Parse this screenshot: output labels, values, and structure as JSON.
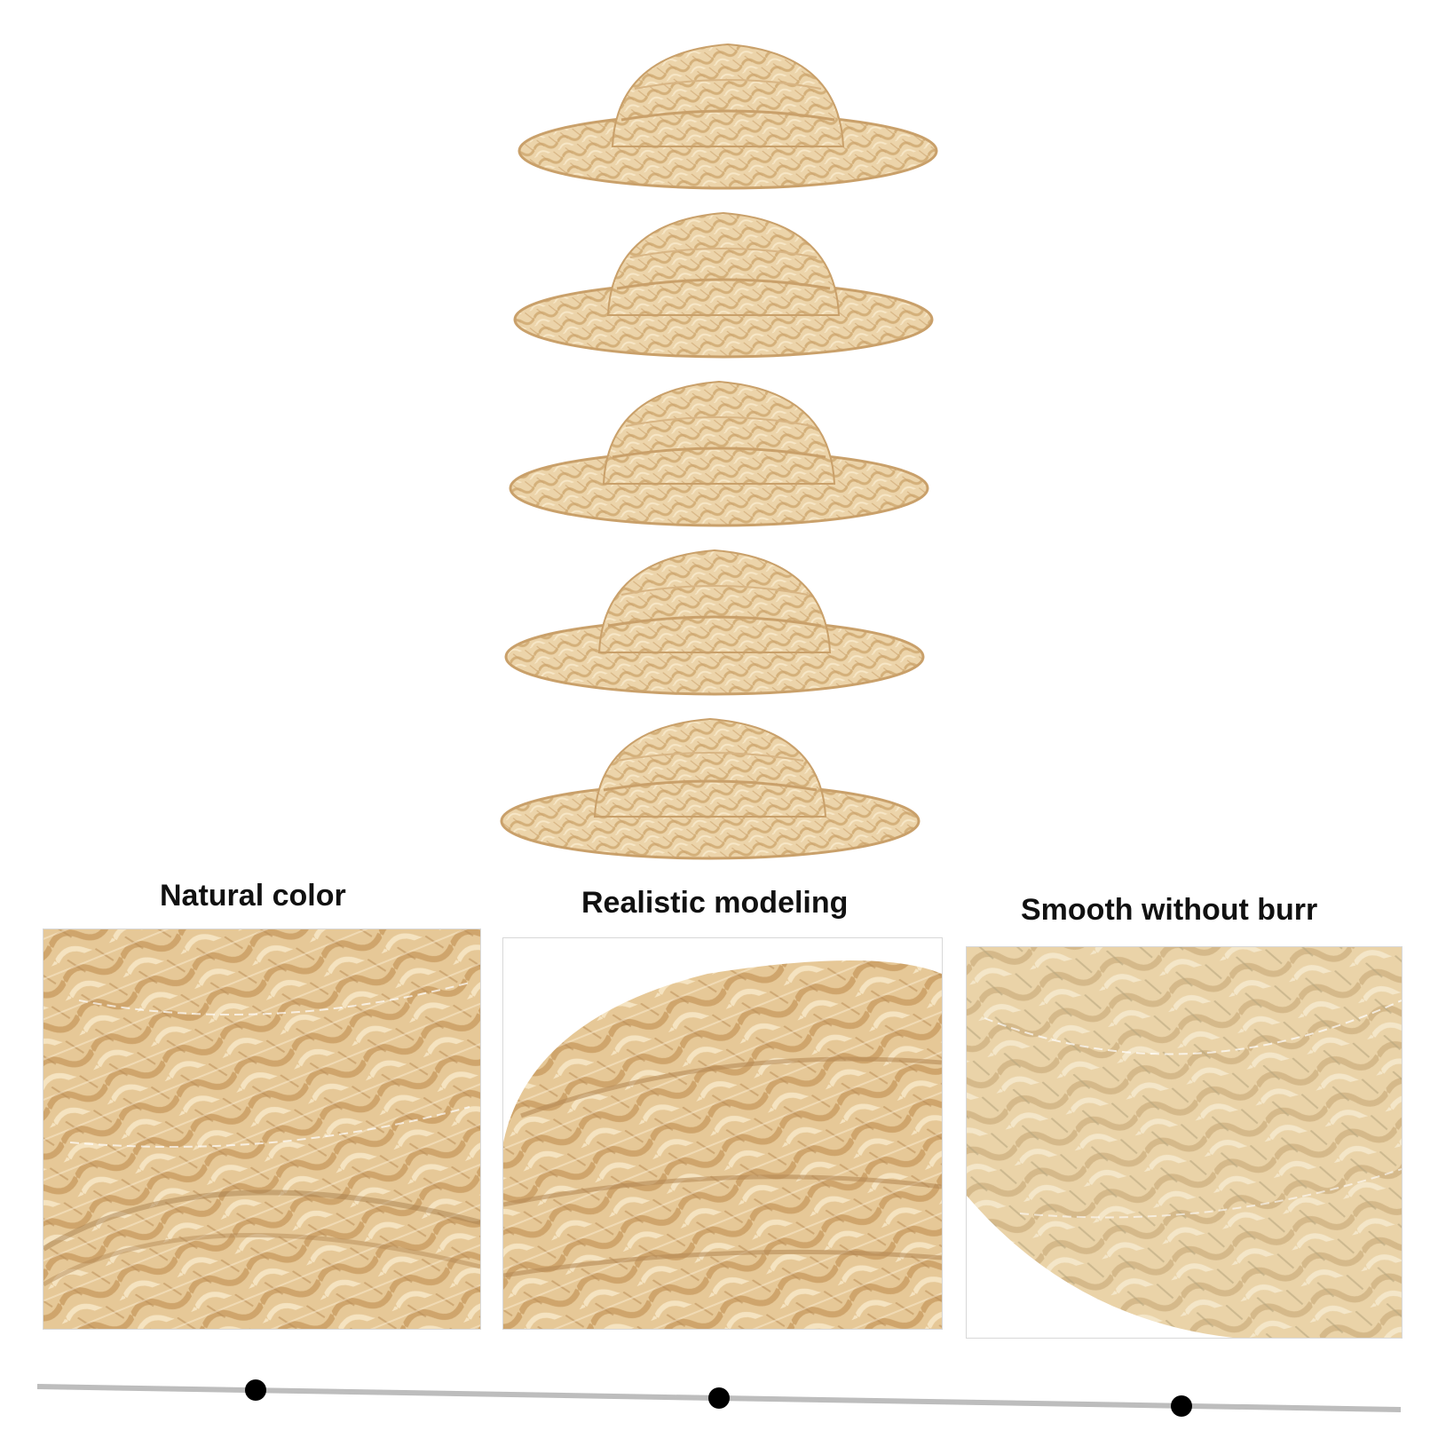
{
  "features": [
    {
      "title": "Natural color",
      "icon": "straw-texture-closeup"
    },
    {
      "title": "Realistic modeling",
      "icon": "straw-hat-crown-closeup"
    },
    {
      "title": "Smooth without burr",
      "icon": "straw-brim-closeup"
    }
  ],
  "colors": {
    "straw_light": "#f1dcb6",
    "straw_mid": "#e2c393",
    "straw_dark": "#c9a06a",
    "line": "#bdbdbd",
    "dot": "#000000"
  },
  "hat_count": 5
}
